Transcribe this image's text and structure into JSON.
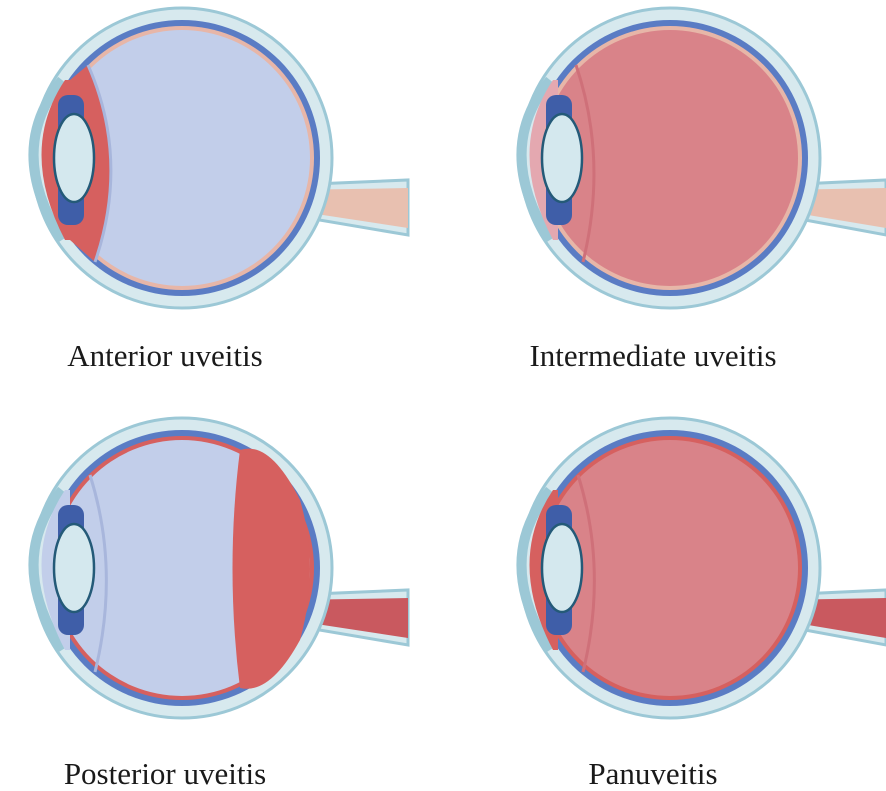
{
  "colors": {
    "sclera": "#d7e9ee",
    "sclera_edge": "#9cc8d6",
    "choroid": "#5a7cc4",
    "retina": "#e7b6a8",
    "vitreous_clear": "#c2ceea",
    "inflamed": "#d98389",
    "inflamed_strong": "#d6605f",
    "lens": "#d4e8ee",
    "lens_edge": "#245a78",
    "nerve": "#e8c0b0"
  },
  "panels": [
    {
      "caption": "Anterior uveitis",
      "icon": "eye-cross-section-anterior-inflamed"
    },
    {
      "caption": "Intermediate uveitis",
      "icon": "eye-cross-section-intermediate-inflamed"
    },
    {
      "caption": "Posterior uveitis",
      "icon": "eye-cross-section-posterior-inflamed"
    },
    {
      "caption": "Panuveitis",
      "icon": "eye-cross-section-panuveitis"
    }
  ]
}
